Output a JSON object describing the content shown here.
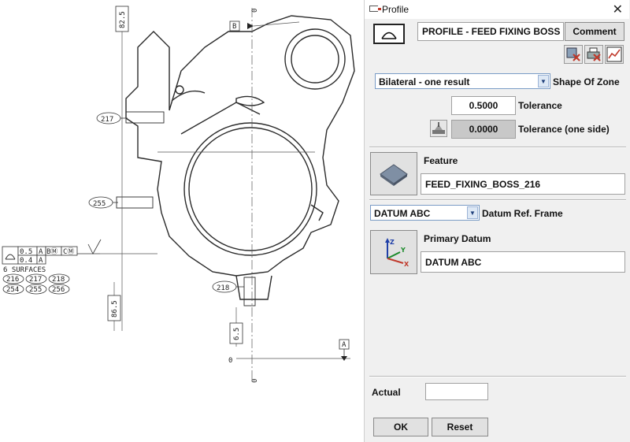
{
  "dialog": {
    "title": "Profile",
    "close_glyph": "✕",
    "characteristic_name": "PROFILE - FEED FIXING BOSS",
    "comment_label": "Comment",
    "shape_of_zone": {
      "value": "Bilateral - one result",
      "label": "Shape Of Zone"
    },
    "tolerance": {
      "value": "0.5000",
      "label": "Tolerance"
    },
    "tolerance_one_side": {
      "value": "0.0000",
      "label": "Tolerance (one side)"
    },
    "feature": {
      "label": "Feature",
      "value": "FEED_FIXING_BOSS_216"
    },
    "datum_ref_frame": {
      "value": "DATUM ABC",
      "label": "Datum Ref. Frame"
    },
    "primary_datum": {
      "label": "Primary Datum",
      "value": "DATUM ABC"
    },
    "actual": {
      "label": "Actual",
      "value": ""
    },
    "ok_label": "OK",
    "reset_label": "Reset",
    "icons": [
      "profile-surface-icon",
      "delete-feature-icon",
      "print-icon",
      "graph-icon",
      "adjust-icon",
      "feature-plane-icon",
      "axis-system-icon"
    ]
  },
  "drawing": {
    "dims": {
      "d1": "82.5",
      "d2": "86.5",
      "d3": "6.5"
    },
    "datum_b": "B",
    "datum_a": "A",
    "balloons": {
      "b217": "217",
      "b255": "255",
      "b218": "218"
    },
    "fcf": {
      "tol1": "0.5",
      "ref1": "A",
      "ref2": "BⓂ",
      "ref3": "CⓂ",
      "tol2": "0.4",
      "ref4": "A"
    },
    "surfaces_note": "6 SURFACES",
    "surface_list": [
      "216",
      "217",
      "218",
      "254",
      "255",
      "256"
    ],
    "zero_labels": {
      "top": "0",
      "left": "0",
      "bottom": "0"
    }
  }
}
